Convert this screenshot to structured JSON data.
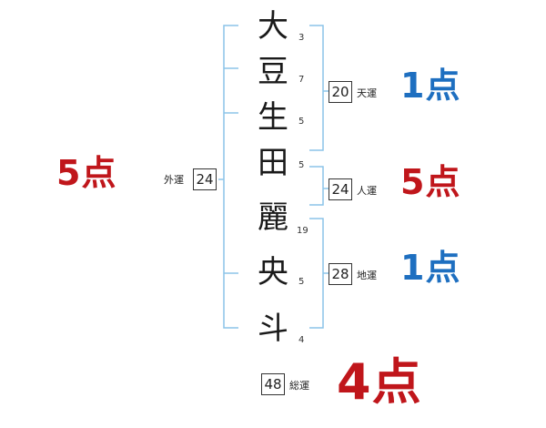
{
  "name": {
    "characters": [
      {
        "char": "大",
        "strokes": "3"
      },
      {
        "char": "豆",
        "strokes": "7"
      },
      {
        "char": "生",
        "strokes": "5"
      },
      {
        "char": "田",
        "strokes": "5"
      },
      {
        "char": "麗",
        "strokes": "19"
      },
      {
        "char": "央",
        "strokes": "5"
      },
      {
        "char": "斗",
        "strokes": "4"
      }
    ]
  },
  "fortunes": {
    "tenkaku": {
      "value": "20",
      "label": "天運",
      "score": "1点",
      "color": "#1e6fc0"
    },
    "jinkaku": {
      "value": "24",
      "label": "人運",
      "score": "5点",
      "color": "#c0161b"
    },
    "chikaku": {
      "value": "28",
      "label": "地運",
      "score": "1点",
      "color": "#1e6fc0"
    },
    "gaikaku": {
      "value": "24",
      "label": "外運",
      "score": "5点",
      "color": "#c0161b"
    },
    "soukaku": {
      "value": "48",
      "label": "総運",
      "score": "4点",
      "color": "#c0161b"
    }
  },
  "colors": {
    "bracket": "#8cc4e8"
  }
}
